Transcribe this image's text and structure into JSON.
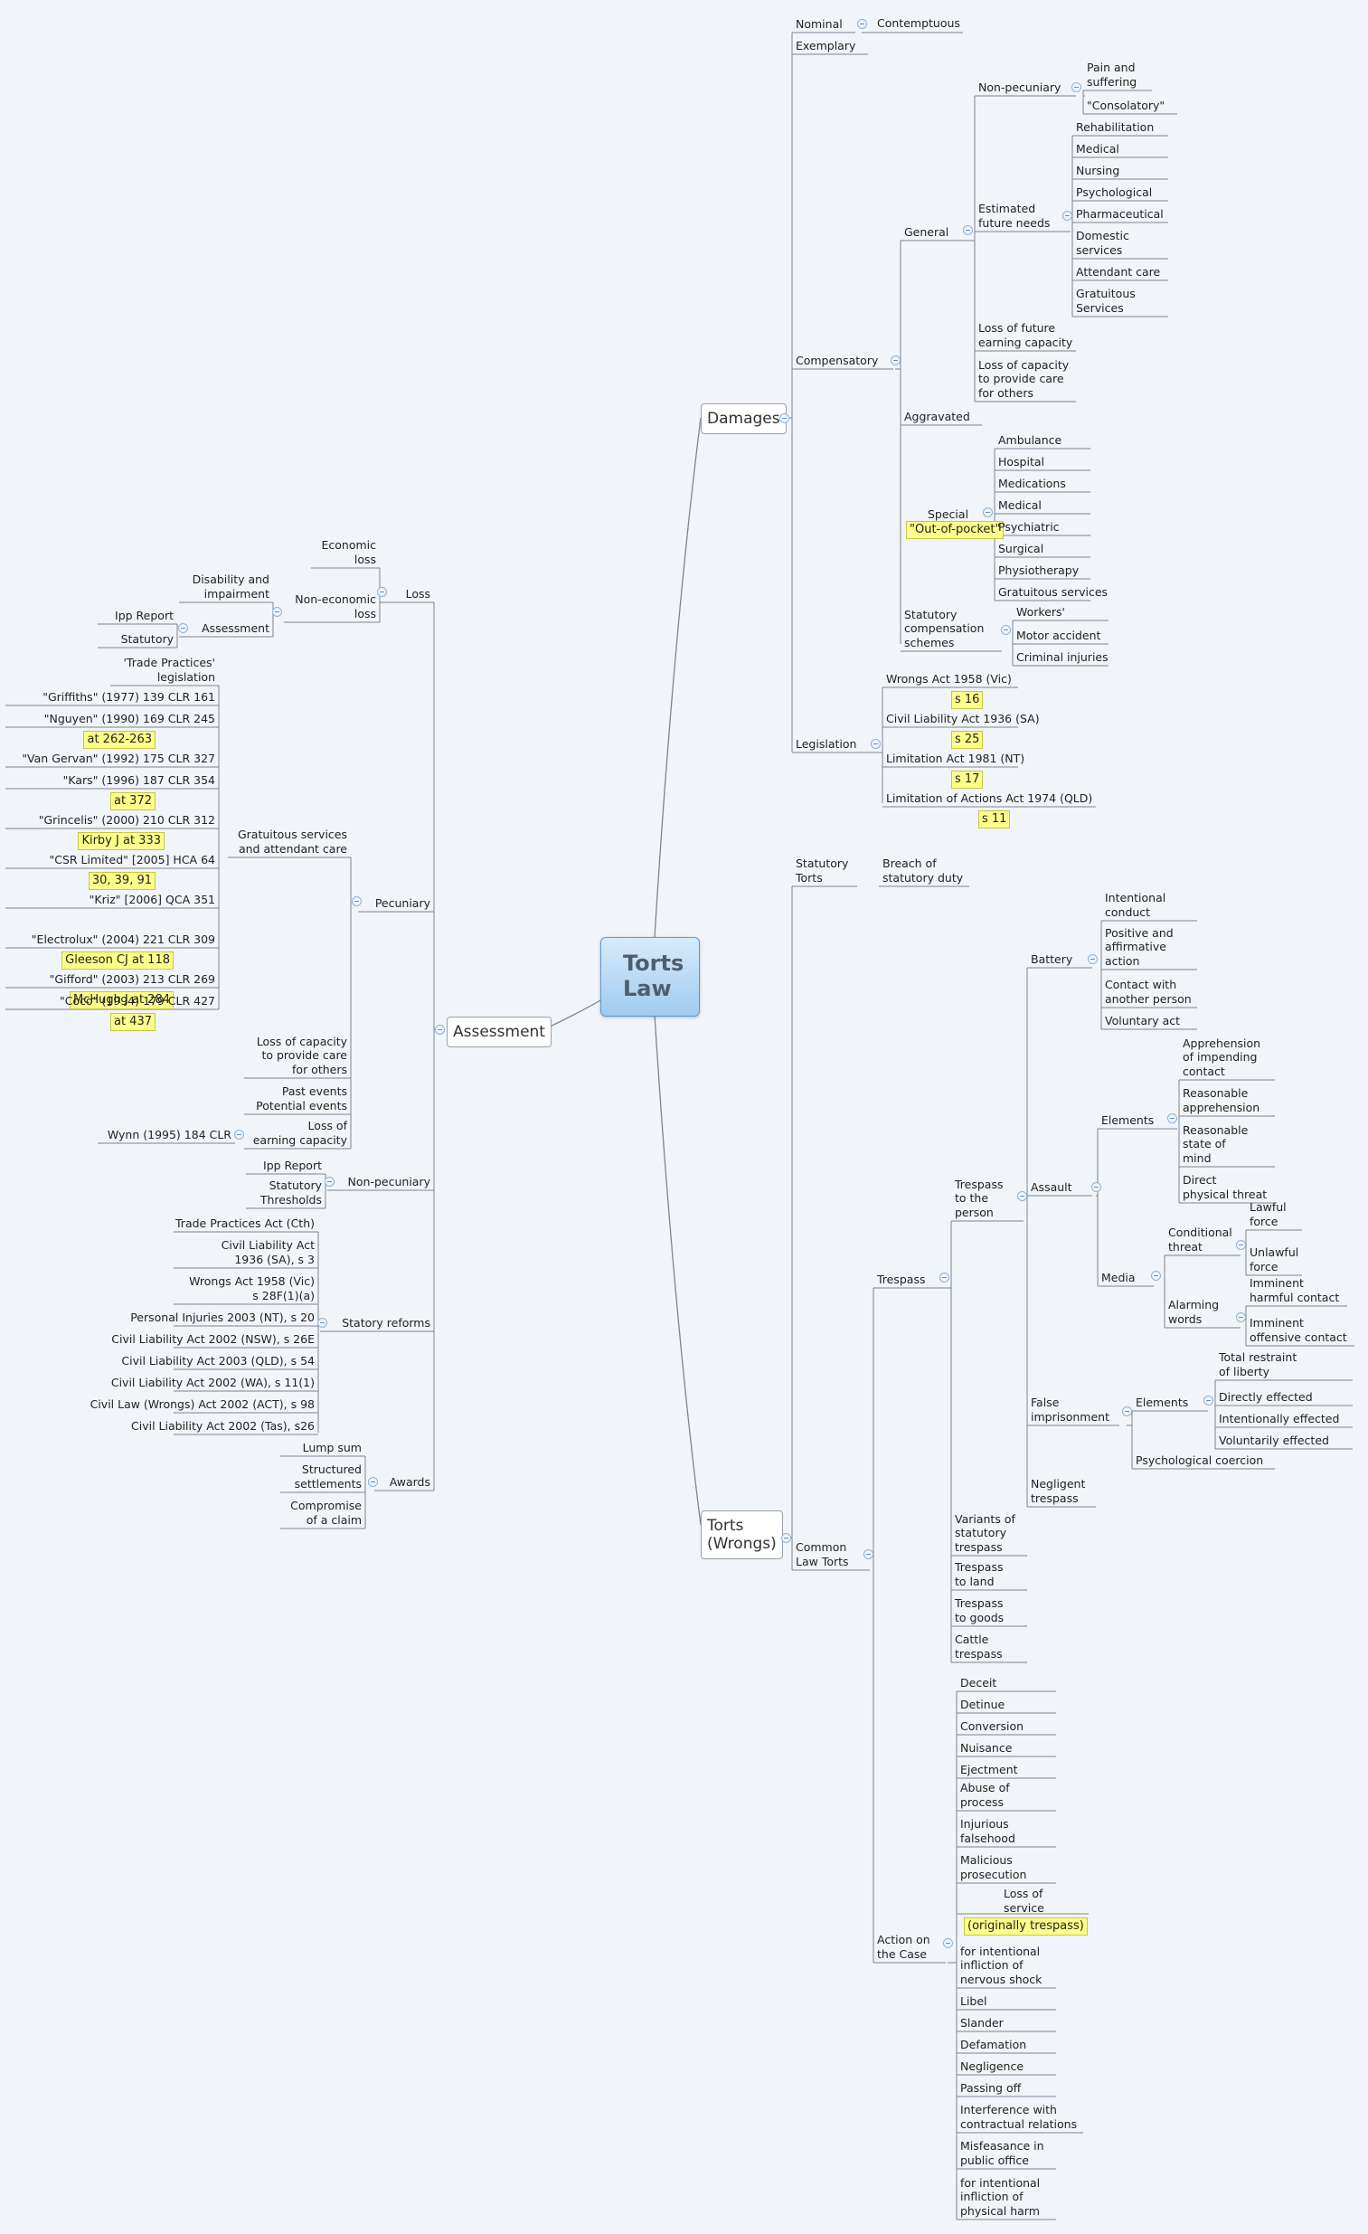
{
  "root": "Torts\nLaw",
  "damages": {
    "title": "Damages",
    "nominal": "Nominal",
    "contemptuous": "Contemptuous",
    "exemplary": "Exemplary",
    "compensatory": "Compensatory",
    "general": "General",
    "non_pecuniary": "Non-pecuniary",
    "pain": "Pain and\nsuffering",
    "consolatory": "\"Consolatory\"",
    "estimated": "Estimated\nfuture needs",
    "needs": [
      "Rehabilitation",
      "Medical",
      "Nursing",
      "Psychological",
      "Pharmaceutical",
      "Domestic\nservices",
      "Attendant care",
      "Gratuitous\nServices"
    ],
    "loss_future": "Loss of future\nearning capacity",
    "loss_capacity": "Loss of capacity\nto provide care\nfor others",
    "aggravated": "Aggravated",
    "special": "Special",
    "out_of_pocket": "\"Out-of-pocket\"",
    "special_items": [
      "Ambulance",
      "Hospital",
      "Medications",
      "Medical",
      "Psychiatric",
      "Surgical",
      "Physiotherapy",
      "Gratuitous services"
    ],
    "statutory": "Statutory\ncompensation\nschemes",
    "statutory_items": [
      "Workers'",
      "Motor accident",
      "Criminal injuries"
    ],
    "legislation": "Legislation",
    "acts": [
      {
        "name": "Wrongs Act 1958 (Vic)",
        "section": "s 16"
      },
      {
        "name": "Civil Liability Act 1936 (SA)",
        "section": "s 25"
      },
      {
        "name": "Limitation Act 1981 (NT)",
        "section": "s 17"
      },
      {
        "name": "Limitation of Actions Act 1974 (QLD)",
        "section": "s 11"
      }
    ]
  },
  "assessment": {
    "title": "Assessment",
    "loss": "Loss",
    "economic": "Economic\nloss",
    "non_economic": "Non-economic\nloss",
    "disability": "Disability and\nimpairment",
    "assess": "Assessment",
    "ipp": "Ipp Report",
    "statutory": "Statutory",
    "pecuniary": "Pecuniary",
    "gratuitous": "Gratuitous services\nand attendant care",
    "tp_legislation": "'Trade Practices'\nlegislation",
    "cases": [
      {
        "name": "\"Griffiths\" (1977) 139 CLR 161",
        "pin": ""
      },
      {
        "name": "\"Nguyen\" (1990) 169 CLR 245",
        "pin": "at 262-263"
      },
      {
        "name": "\"Van Gervan\" (1992) 175 CLR 327",
        "pin": ""
      },
      {
        "name": "\"Kars\" (1996) 187 CLR 354",
        "pin": "at 372"
      },
      {
        "name": "\"Grincelis\" (2000) 210 CLR 312",
        "pin": "Kirby J at 333"
      },
      {
        "name": "\"CSR Limited\" [2005] HCA 64",
        "pin": "30, 39, 91"
      },
      {
        "name": "\"Kriz\" [2006] QCA 351",
        "pin": ""
      },
      {
        "name": "\"Electrolux\" (2004) 221 CLR 309",
        "pin": "Gleeson CJ at 118"
      },
      {
        "name": "\"Gifford\" (2003) 213 CLR 269",
        "pin": "McHugh J at 284"
      },
      {
        "name": "\"Coco\" (1994) 179 CLR 427",
        "pin": "at 437"
      }
    ],
    "loss_capacity": "Loss of capacity\nto provide care\nfor others",
    "past_events": "Past events\nPotential events",
    "loss_earning": "Loss of\nearning capacity",
    "wynn": "Wynn (1995) 184 CLR",
    "non_pecuniary": "Non-pecuniary",
    "np_ipp": "Ipp Report",
    "np_thresholds": "Statutory\nThresholds",
    "statory": "Statory reforms",
    "reforms": [
      "Trade Practices Act (Cth)",
      "Civil Liability Act\n1936 (SA), s 3",
      "Wrongs Act 1958 (Vic)\ns 28F(1)(a)",
      "Personal Injuries 2003 (NT), s 20",
      "Civil Liability Act 2002 (NSW), s 26E",
      "Civil Liability Act 2003 (QLD), s 54",
      "Civil Liability Act 2002 (WA), s 11(1)",
      "Civil Law (Wrongs) Act 2002 (ACT), s 98",
      "Civil Liability Act 2002 (Tas), s26"
    ],
    "awards": "Awards",
    "award_items": [
      "Lump sum",
      "Structured\nsettlements",
      "Compromise\nof a claim"
    ]
  },
  "torts": {
    "title": "Torts\n(Wrongs)",
    "statutory": "Statutory\nTorts",
    "breach": "Breach of\nstatutory duty",
    "common": "Common\nLaw Torts",
    "trespass": "Trespass",
    "person": "Trespass\nto the\nperson",
    "battery": "Battery",
    "battery_items": [
      "Intentional\nconduct",
      "Positive and\naffirmative\naction",
      "Contact with\nanother person",
      "Voluntary act"
    ],
    "assault": "Assault",
    "elements": "Elements",
    "assault_elements": [
      "Apprehension\nof impending\ncontact",
      "Reasonable\napprehension",
      "Reasonable\nstate of\nmind",
      "Direct\nphysical threat"
    ],
    "media": "Media",
    "conditional": "Conditional\nthreat",
    "lawful": "Lawful\nforce",
    "unlawful": "Unlawful\nforce",
    "alarming": "Alarming\nwords",
    "harmful": "Imminent\nharmful contact",
    "offensive": "Imminent\noffensive contact",
    "false_imp": "False\nimprisonment",
    "fi_elements": "Elements",
    "fi_items": [
      "Total restraint\nof liberty",
      "Directly effected",
      "Intentionally effected",
      "Voluntarily effected"
    ],
    "psych": "Psychological coercion",
    "negligent": "Negligent\ntrespass",
    "variants": "Variants of\nstatutory\ntrespass",
    "land": "Trespass\nto land",
    "goods": "Trespass\nto goods",
    "cattle": "Cattle\ntrespass",
    "case": "Action on\nthe Case",
    "case_items": [
      "Deceit",
      "Detinue",
      "Conversion",
      "Nuisance",
      "Ejectment",
      "Abuse of\nprocess",
      "Injurious\nfalsehood",
      "Malicious\nprosecution",
      "Loss of\nservice",
      "(originally trespass)",
      "for intentional\ninfliction of\nnervous shock",
      "Libel",
      "Slander",
      "Defamation",
      "Negligence",
      "Passing off",
      "Interference with\ncontractual relations",
      "Misfeasance in\npublic office",
      "for intentional\ninfliction of\nphysical harm"
    ]
  }
}
